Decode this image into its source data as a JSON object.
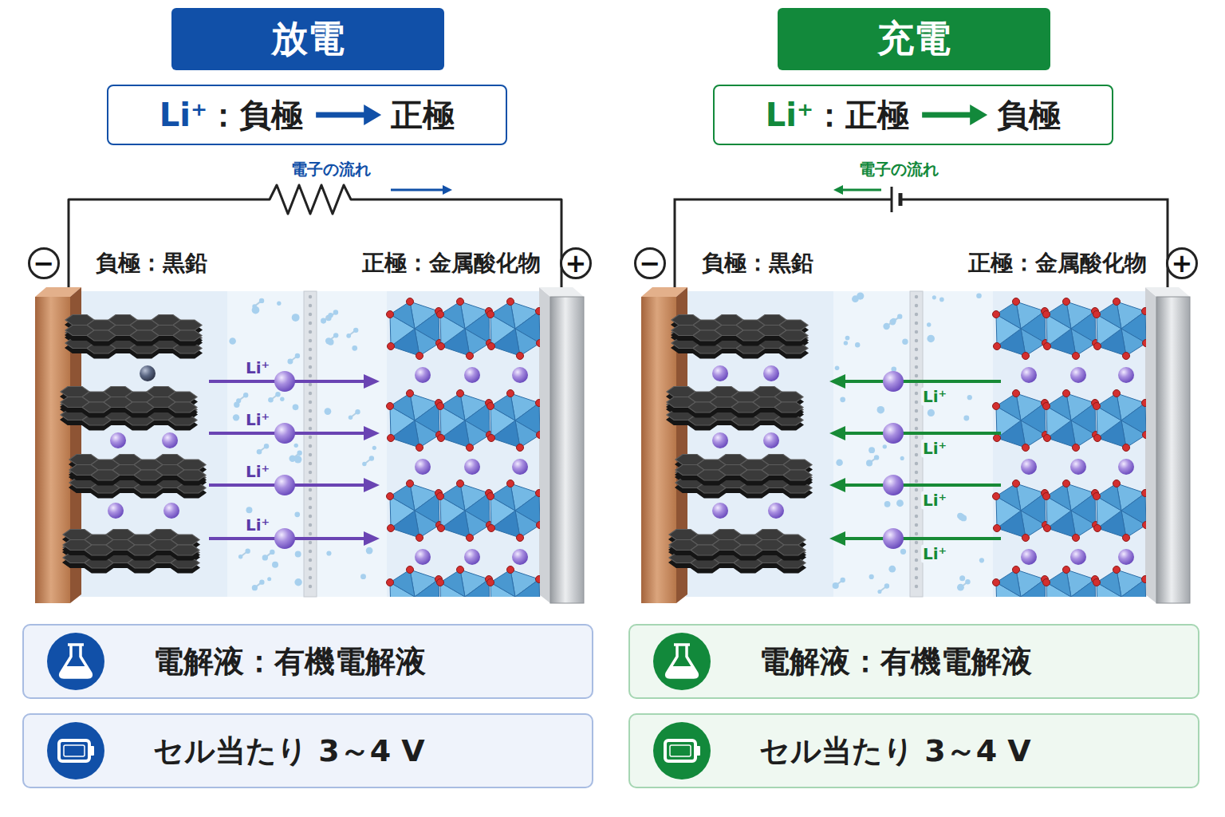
{
  "diagram": {
    "nodes": [
      {
        "text": [
          "放電"
        ]
      },
      {
        "text": [
          "Li⁺",
          "：負極",
          "正極"
        ]
      },
      {
        "text": [
          "−"
        ]
      },
      {
        "text": [
          "+"
        ]
      },
      {
        "text": [
          "電解液：有機電解液"
        ]
      },
      {
        "text": [
          "セル当たり 3～4 V"
        ]
      },
      {
        "text": [
          "充電"
        ]
      },
      {
        "text": [
          "Li⁺",
          "：正極",
          "負極"
        ]
      },
      {
        "text": [
          "−"
        ]
      },
      {
        "text": [
          "+"
        ]
      },
      {
        "text": [
          "電解液：有機電解液"
        ]
      },
      {
        "text": [
          "セル当たり 3～4 V"
        ]
      }
    ],
    "labels": [
      "電子の流れ",
      "負極：黒鉛",
      "正極：金属酸化物",
      "Li⁺",
      "Li⁺",
      "Li⁺",
      "Li⁺",
      "電子の流れ",
      "負極：黒鉛",
      "正極：金属酸化物",
      "Li⁺",
      "Li⁺",
      "Li⁺",
      "Li⁺"
    ]
  }
}
